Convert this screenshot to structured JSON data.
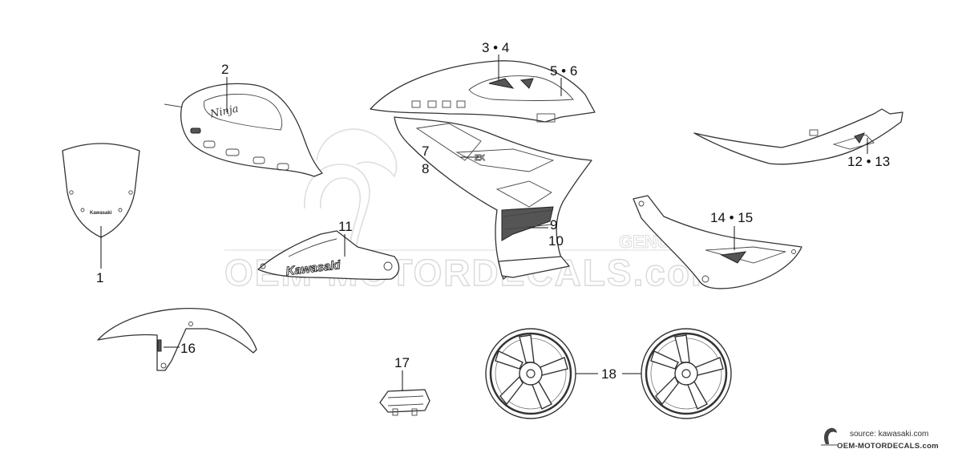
{
  "callouts": {
    "c1": "1",
    "c2": "2",
    "c3_4": "3 • 4",
    "c5_6": "5 • 6",
    "c7": "7",
    "c8": "8",
    "c9": "9",
    "c10": "10",
    "c11": "11",
    "c12_13": "12 • 13",
    "c14_15": "14 • 15",
    "c16": "16",
    "c17": "17",
    "c18": "18"
  },
  "decals": {
    "windshield_logo": "Kawasaki",
    "tank_logo": "Ninja",
    "side_logo": "Kawasaki",
    "cowl_logo": "ZX"
  },
  "watermark": {
    "text": "OEM-MOTORDECALS.com",
    "tag": "GENUINE"
  },
  "footer": {
    "source": "source: kawasaki.com",
    "site": "OEM-MOTORDECALS.com"
  }
}
